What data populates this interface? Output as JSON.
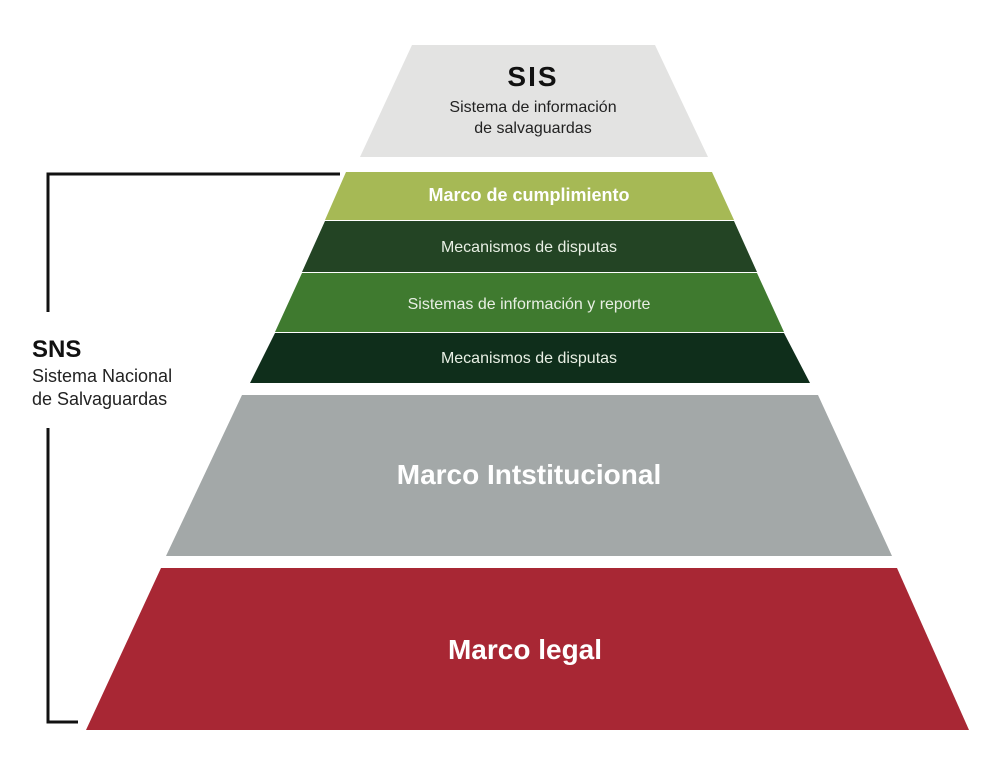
{
  "sis": {
    "title": "SIS",
    "subtitle_line1": "Sistema de información",
    "subtitle_line2": "de salvaguardas",
    "color": "#e3e3e2"
  },
  "sns": {
    "title": "SNS",
    "subtitle_line1": "Sistema Nacional",
    "subtitle_line2": "de Salvaguardas"
  },
  "layers": {
    "cumplimiento": {
      "label": "Marco de cumplimiento",
      "color": "#a6b955"
    },
    "disputas_top": {
      "label": "Mecanismos de disputas",
      "color": "#234424"
    },
    "informacion": {
      "label": "Sistemas de información y reporte",
      "color": "#3f7a2f"
    },
    "disputas_bottom": {
      "label": "Mecanismos de disputas",
      "color": "#0f2e1b"
    },
    "institucional": {
      "label": "Marco Intstitucional",
      "color": "#a3a8a8"
    },
    "legal": {
      "label": "Marco legal",
      "color": "#a82734"
    }
  }
}
